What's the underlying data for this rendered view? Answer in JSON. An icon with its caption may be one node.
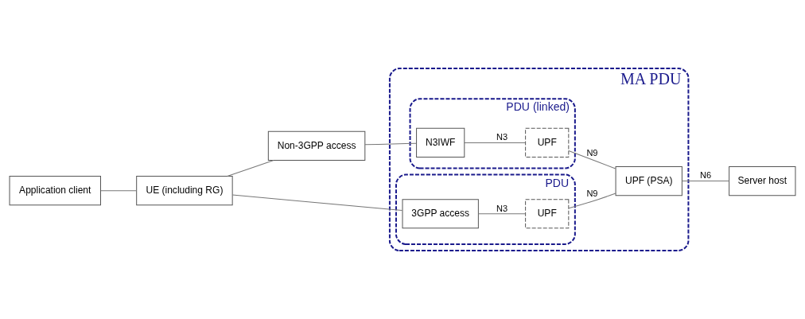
{
  "diagram": {
    "nodes": [
      {
        "text": [
          "Application client"
        ]
      },
      {
        "text": [
          "UE (including RG)"
        ]
      },
      {
        "text": [
          "Non-3GPP access"
        ]
      },
      {
        "text": [
          "MA PDU"
        ]
      },
      {
        "text": [
          "PDU"
        ],
        "in": 3
      },
      {
        "text": [
          "3GPP access"
        ],
        "in": 4
      },
      {
        "text": [
          "UPF"
        ],
        "in": 4
      },
      {
        "text": [
          "PDU (linked)"
        ],
        "in": 3
      },
      {
        "text": [
          "N3IWF"
        ],
        "in": 7
      },
      {
        "text": [
          "UPF"
        ],
        "in": 7
      },
      {
        "text": [
          "UPF (PSA)"
        ],
        "in": 3
      },
      {
        "text": [
          "Server host"
        ]
      }
    ],
    "edges": [
      {
        "from": 0,
        "to": 1,
        "arrow": "none"
      },
      {
        "from": 1,
        "to": 5,
        "arrow": "none"
      },
      {
        "from": 1,
        "to": 2,
        "arrow": "none"
      },
      {
        "from": 2,
        "to": 8,
        "arrow": "none"
      },
      {
        "from": 5,
        "to": 6,
        "arrow": "none",
        "label": "N3"
      },
      {
        "from": 8,
        "to": 9,
        "arrow": "none",
        "label": "N3"
      },
      {
        "from": 6,
        "to": 10,
        "arrow": "none",
        "label": "N9"
      },
      {
        "from": 9,
        "to": 10,
        "arrow": "none",
        "label": "N9"
      },
      {
        "from": 10,
        "to": 11,
        "arrow": "none",
        "label": "N6"
      }
    ]
  }
}
